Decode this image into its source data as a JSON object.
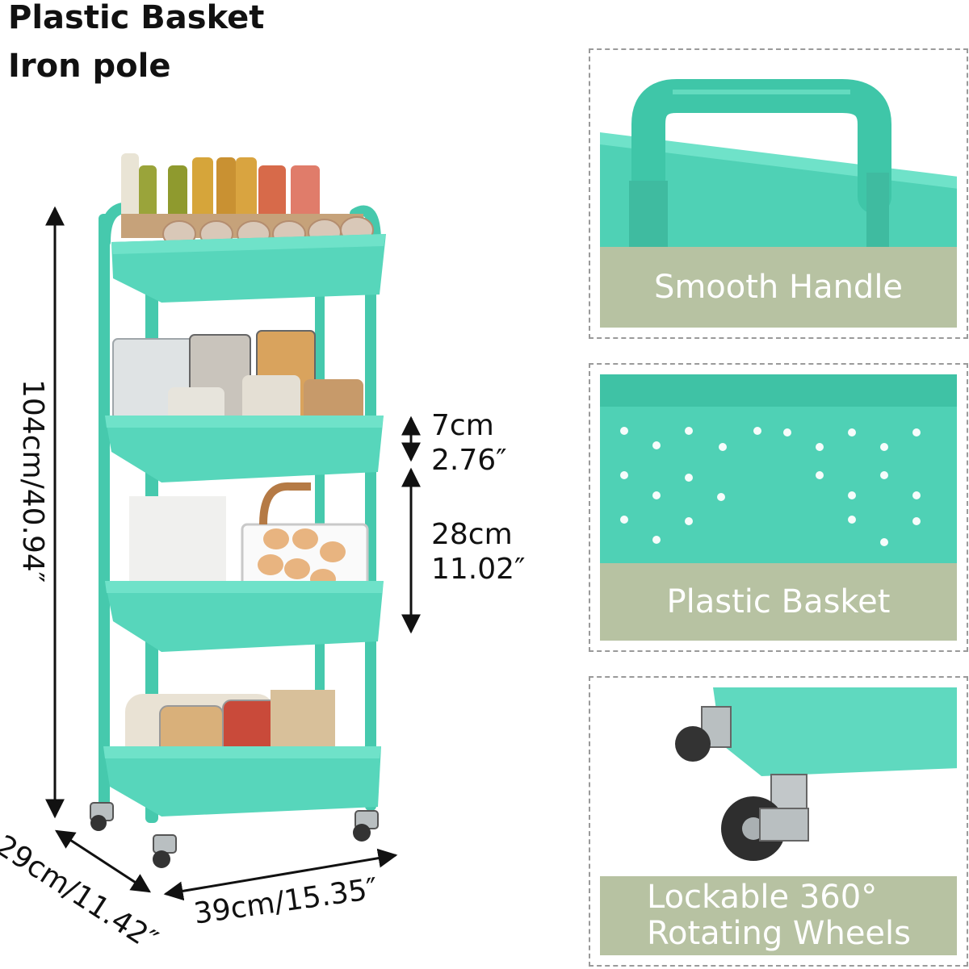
{
  "header": {
    "line1": "Plastic Basket",
    "line2": "Iron pole"
  },
  "dimensions": {
    "height": "104cm/40.94″",
    "depth": "29cm/11.42″",
    "width": "39cm/15.35″",
    "gap_small_cm": "7cm",
    "gap_small_in": "2.76″",
    "gap_large_cm": "28cm",
    "gap_large_in": "11.02″"
  },
  "features": [
    {
      "label": "Smooth Handle"
    },
    {
      "label": "Plastic Basket"
    },
    {
      "label_line1": "Lockable 360°",
      "label_line2": "Rotating Wheels"
    }
  ],
  "colors": {
    "cart": "#4fd1b5",
    "cart_dark": "#35b89c",
    "caption_bg": "#b7c2a2"
  }
}
